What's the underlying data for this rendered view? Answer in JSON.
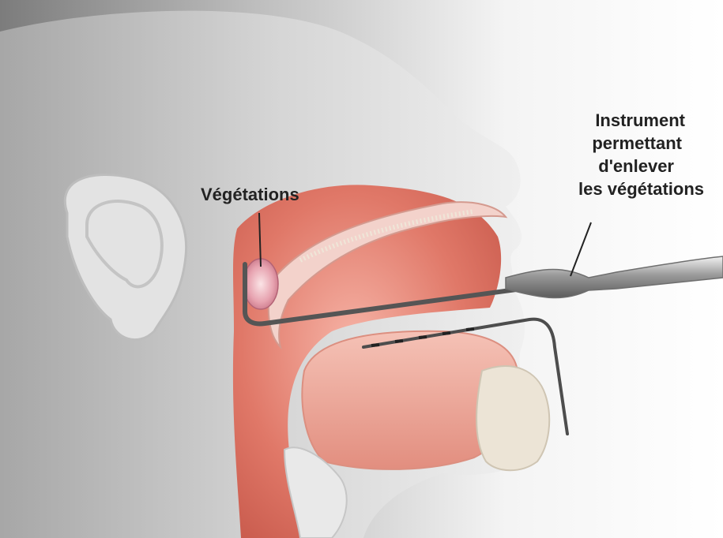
{
  "labels": {
    "vegetations": "Végétations",
    "instrument": [
      "Instrument",
      "permettant",
      "d'enlever",
      "les végétations"
    ]
  },
  "colors": {
    "skin": "#d9d9d9",
    "tissue": "#e98a7a",
    "background": "#ffffff"
  }
}
